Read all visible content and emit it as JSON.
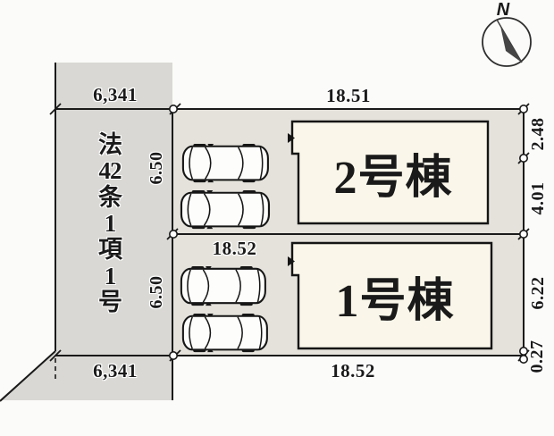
{
  "compass": {
    "north_label": "N"
  },
  "road": {
    "label": "法42条1項1号",
    "label_chars": [
      "法",
      "42",
      "条",
      "1",
      "項",
      "1",
      "号"
    ]
  },
  "buildings": [
    {
      "label": "2号棟"
    },
    {
      "label": "1号棟"
    }
  ],
  "dimensions": {
    "road_width_top": "6,341",
    "road_width_bottom": "6,341",
    "plot2_frontage": "18.51",
    "plot1_frontage_top": "18.52",
    "plot1_frontage_bottom": "18.52",
    "plot2_parking_depth": "6.50",
    "plot1_parking_depth": "6.50",
    "right_top": "2.48",
    "right_upper": "4.01",
    "right_lower": "6.22",
    "right_bottom": "0.27"
  },
  "colors": {
    "road_fill": "#d9d8d4",
    "plot_fill": "#e4e2db",
    "building_fill": "#faf7ea",
    "line": "#1a1a1a"
  }
}
